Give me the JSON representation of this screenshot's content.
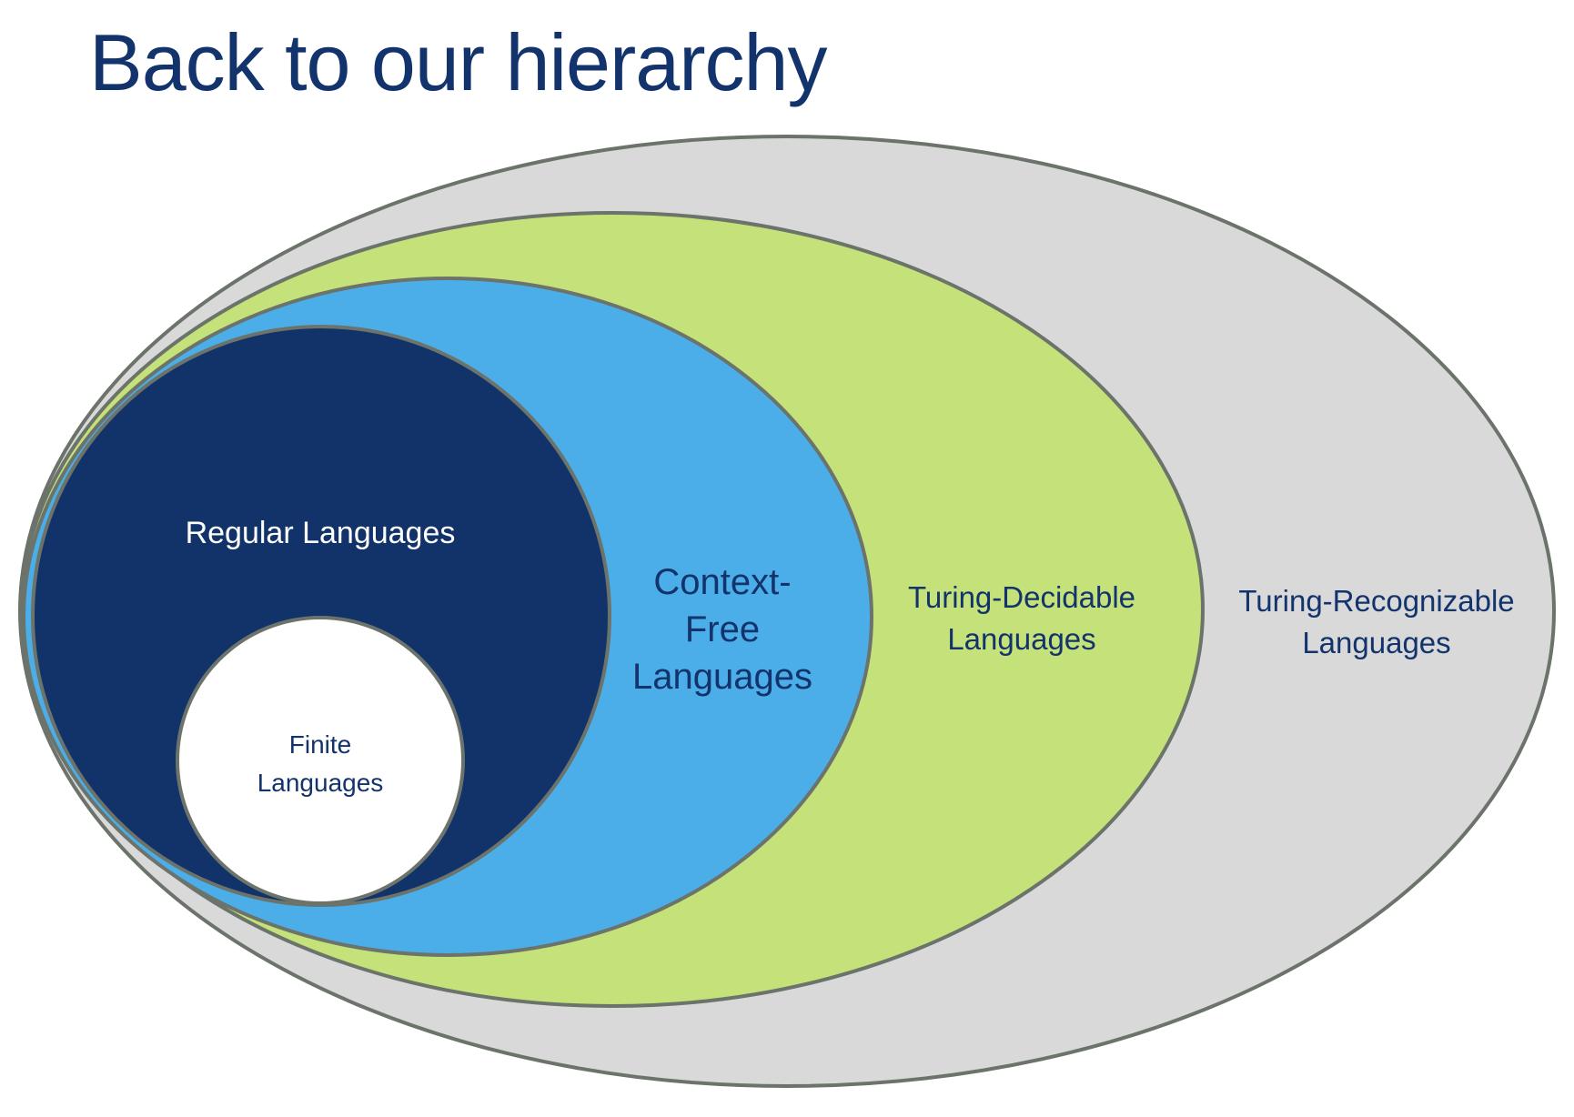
{
  "title": "Back to our hierarchy",
  "colors": {
    "outline": "#6b736b",
    "recognizable_fill": "#d9d9d9",
    "decidable_fill": "#c5e17a",
    "context_free_fill": "#4baee8",
    "regular_fill": "#11336a",
    "finite_fill": "#ffffff",
    "text_dark": "#12336b",
    "text_light": "#ffffff"
  },
  "sets": {
    "recognizable": {
      "lines": [
        "Turing-Recognizable",
        "Languages"
      ]
    },
    "decidable": {
      "lines": [
        "Turing-Decidable",
        "Languages"
      ]
    },
    "context_free": {
      "lines": [
        "Context-",
        "Free",
        "Languages"
      ]
    },
    "regular": {
      "lines": [
        "Regular Languages"
      ]
    },
    "finite": {
      "lines": [
        "Finite",
        "Languages"
      ]
    }
  }
}
